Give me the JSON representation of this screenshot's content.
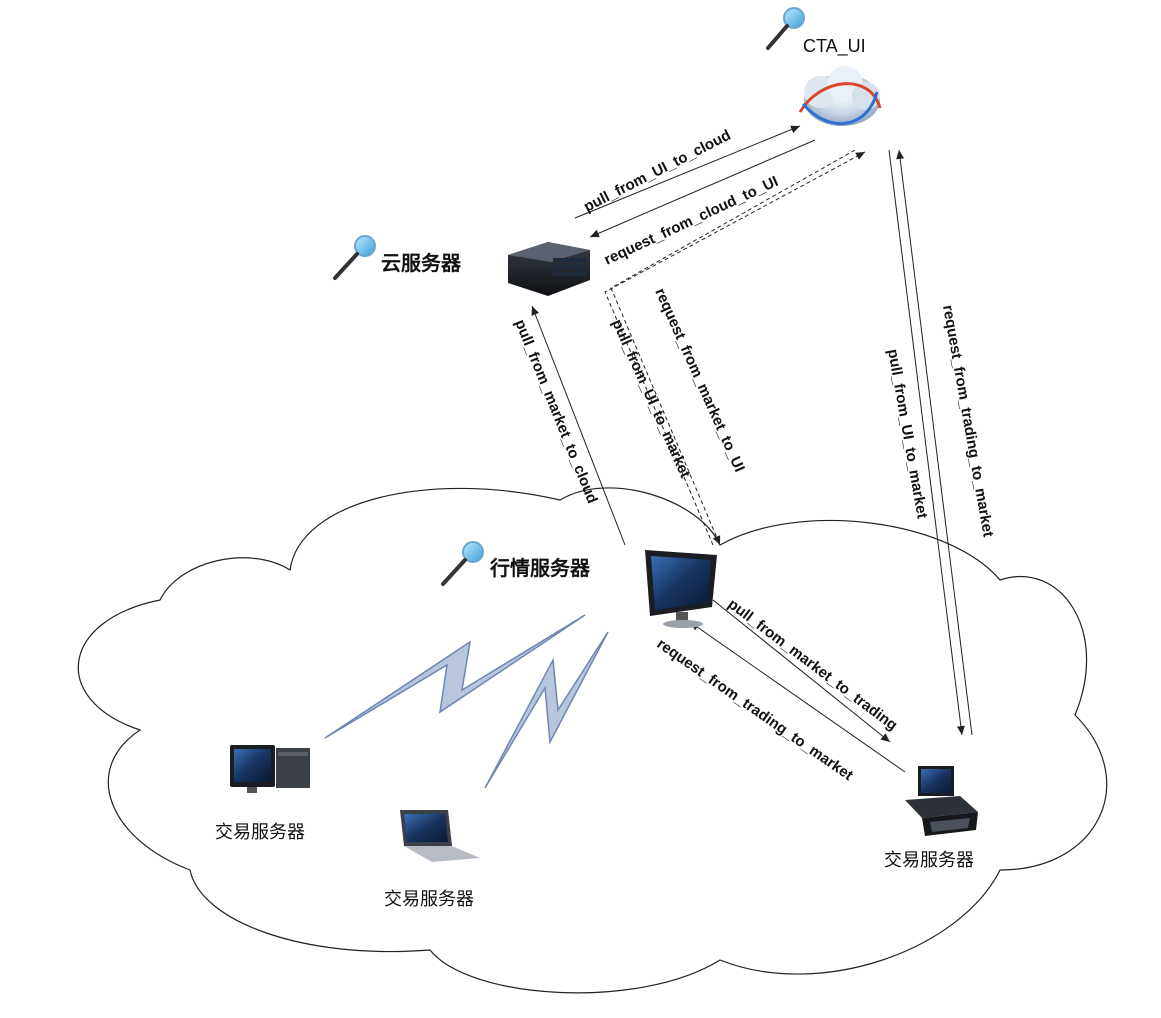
{
  "nodes": {
    "cta_ui": "CTA_UI",
    "cloud_server": "云服务器",
    "market_server": "行情服务器",
    "trading_server_left": "交易服务器",
    "trading_server_mid": "交易服务器",
    "trading_server_right": "交易服务器"
  },
  "edges": {
    "pull_from_ui_to_cloud": "pull_from_UI_to_cloud",
    "request_from_cloud_to_ui": "request_from_cloud_to_UI",
    "pull_from_market_to_cloud": "pull_from_market_to_cloud",
    "pull_from_ui_to_market_dashed": "pull_from_UI_to_market",
    "request_from_market_to_ui": "request_from_market_to_UI",
    "pull_from_ui_to_market_right": "pull_from_UI_to_market",
    "request_from_trading_to_market_right": "request_from_trading_to_market",
    "pull_from_market_to_trading": "pull_from_market_to_trading",
    "request_from_trading_to_market": "request_from_trading_to_market"
  },
  "colors": {
    "line": "#222222",
    "lightning_fill": "#b8c6de",
    "lightning_stroke": "#6f86b3"
  }
}
